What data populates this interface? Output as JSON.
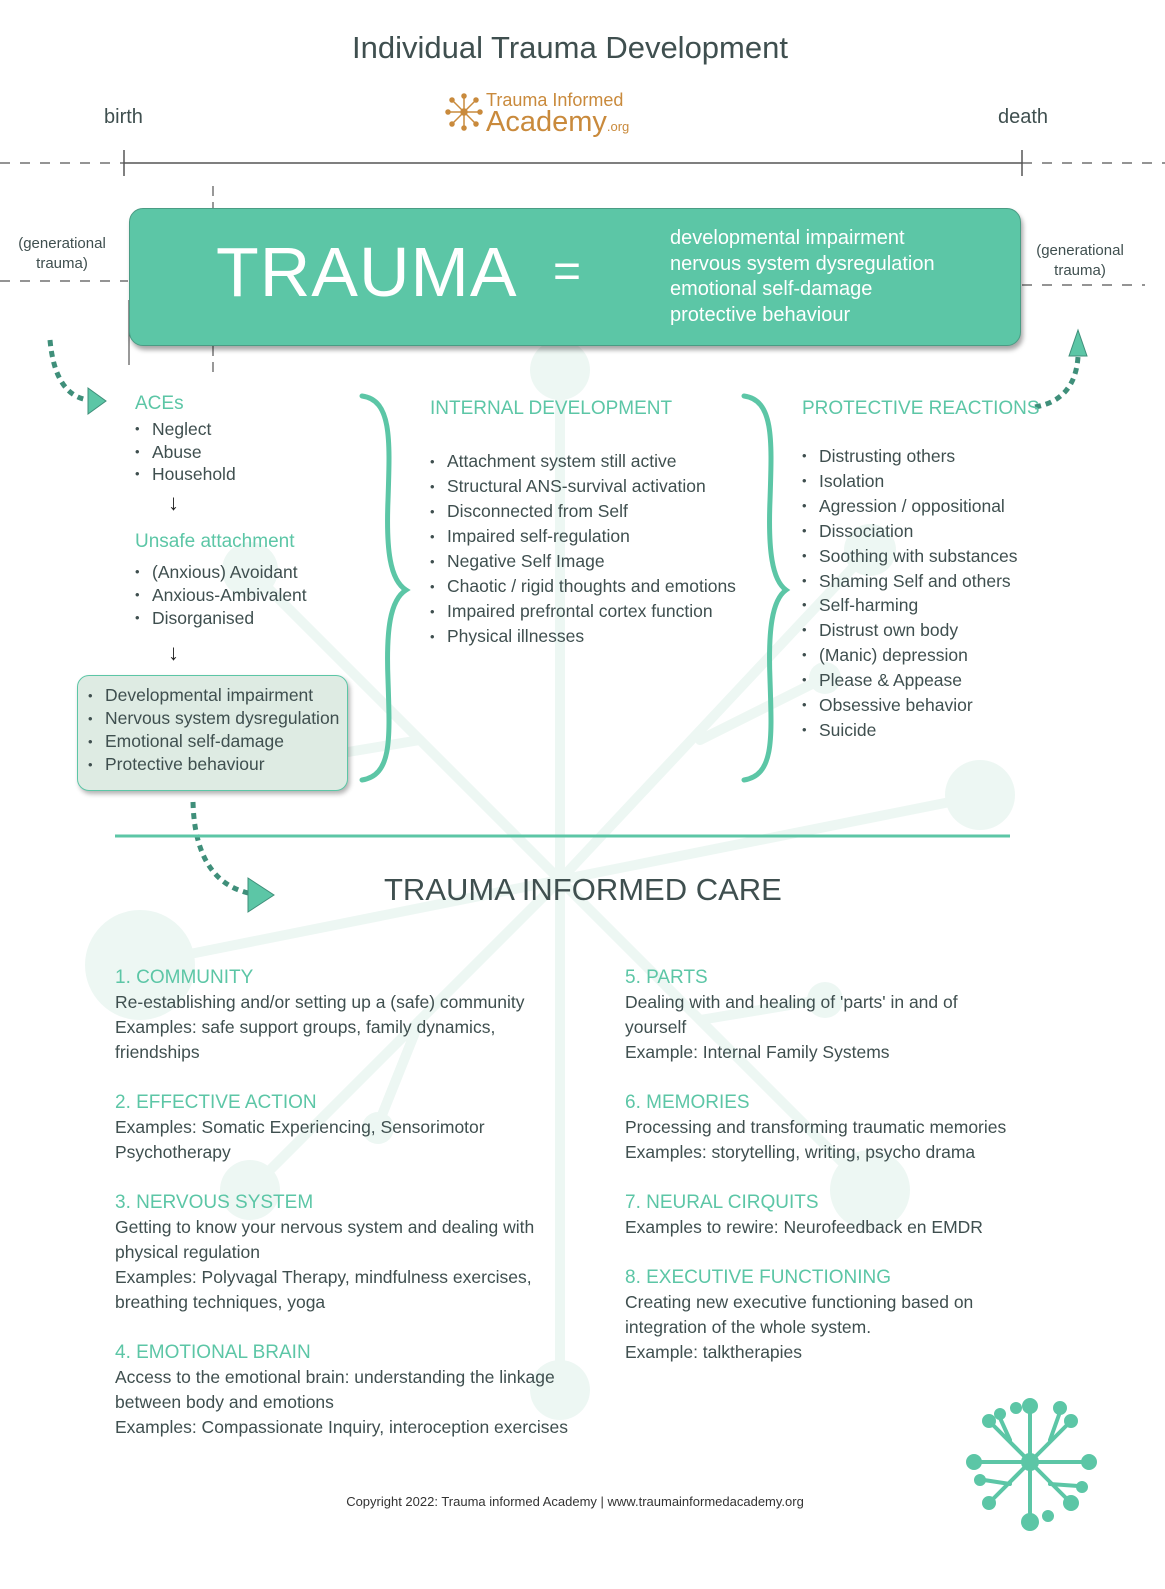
{
  "title": "Individual Trauma Development",
  "logo": {
    "line1": "Trauma Informed",
    "line2": "Academy",
    "suffix": ".org"
  },
  "timeline": {
    "start": "birth",
    "end": "death"
  },
  "generational": {
    "left": [
      "(generational",
      "trauma)"
    ],
    "right": [
      "(generational",
      "trauma)"
    ]
  },
  "trauma_box": {
    "word": "TRAUMA",
    "equals": "=",
    "effects": [
      "developmental impairment",
      "nervous system dysregulation",
      "emotional self-damage",
      "protective behaviour"
    ]
  },
  "aces": {
    "heading": "ACEs",
    "items": [
      "Neglect",
      "Abuse",
      "Household"
    ],
    "arrow": "↓"
  },
  "unsafe_attachment": {
    "heading": "Unsafe attachment",
    "items": [
      "(Anxious) Avoidant",
      "Anxious-Ambivalent",
      "Disorganised"
    ],
    "arrow": "↓"
  },
  "result_box": {
    "items": [
      "Developmental impairment",
      "Nervous system dysregulation",
      "Emotional self-damage",
      "Protective behaviour"
    ]
  },
  "internal_development": {
    "heading": "INTERNAL DEVELOPMENT",
    "items": [
      "Attachment system still active",
      "Structural ANS-survival activation",
      "Disconnected from Self",
      "Impaired self-regulation",
      "Negative Self Image",
      "Chaotic / rigid thoughts and emotions",
      "Impaired prefrontal cortex function",
      "Physical illnesses"
    ]
  },
  "protective_reactions": {
    "heading": "PROTECTIVE REACTIONS",
    "items": [
      "Distrusting others",
      "Isolation",
      "Agression /  oppositional",
      "Dissociation",
      "Soothing with substances",
      "Shaming Self and others",
      "Self-harming",
      "Distrust own body",
      "(Manic) depression",
      "Please & Appease",
      "Obsessive behavior",
      "Suicide"
    ]
  },
  "care": {
    "title": "TRAUMA INFORMED CARE",
    "left": [
      {
        "heading": "1. COMMUNITY",
        "lines": [
          "Re-establishing and/or setting up a (safe) community",
          "Examples: safe support groups, family dynamics,",
          "friendships"
        ]
      },
      {
        "heading": "2.  EFFECTIVE ACTION",
        "lines": [
          "Examples: Somatic Experiencing, Sensorimotor",
          "Psychotherapy"
        ]
      },
      {
        "heading": "3.  NERVOUS SYSTEM",
        "lines": [
          "Getting to know your nervous system and dealing with",
          "physical regulation",
          "Examples: Polyvagal Therapy, mindfulness exercises,",
          "breathing techniques,  yoga"
        ]
      },
      {
        "heading": "4.  EMOTIONAL BRAIN",
        "lines": [
          "Access to the emotional brain: understanding the linkage",
          "between body and emotions",
          "Examples: Compassionate Inquiry, interoception exercises"
        ]
      }
    ],
    "right": [
      {
        "heading": "5.  PARTS",
        "lines": [
          "Dealing with and healing of 'parts' in and of",
          "yourself",
          "Example:  Internal Family Systems"
        ]
      },
      {
        "heading": "6.  MEMORIES",
        "lines": [
          "Processing and transforming traumatic memories",
          "Examples: storytelling, writing, psycho drama"
        ]
      },
      {
        "heading": "7.  NEURAL CIRQUITS",
        "lines": [
          "Examples to rewire: Neurofeedback en EMDR"
        ]
      },
      {
        "heading": "8.  EXECUTIVE FUNCTIONING",
        "lines": [
          "Creating new executive functioning based on",
          "integration of the whole system.",
          "Example: talktherapies"
        ]
      }
    ]
  },
  "copyright": "Copyright 2022: Trauma informed Academy | www.traumainformedacademy.org",
  "colors": {
    "accent": "#5cc6a6",
    "text": "#3f4f4f",
    "logo": "#c98a3c",
    "result_bg": "#deebe3"
  }
}
